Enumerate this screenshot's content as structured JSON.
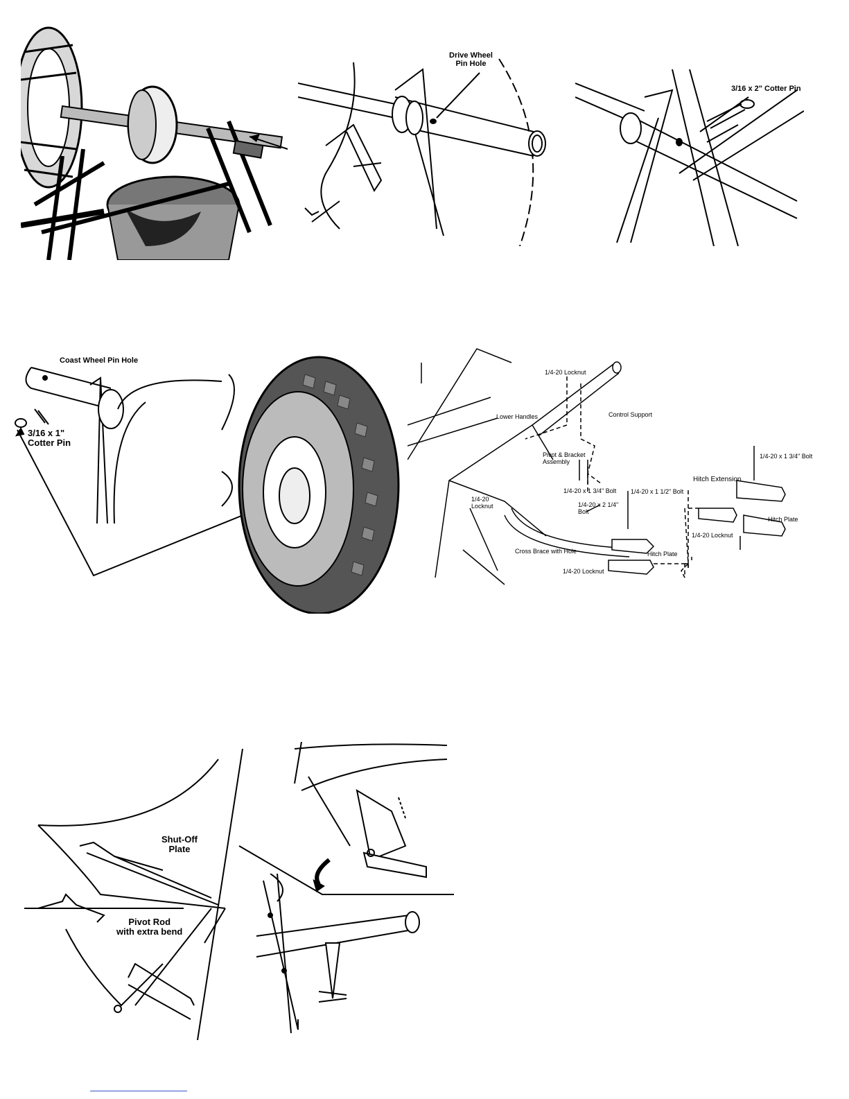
{
  "figures": {
    "drive_wheel": {
      "pin_hole_label": "Drive Wheel\nPin Hole"
    },
    "cotter_2in": {
      "label": "3/16 x 2\" Cotter Pin"
    },
    "coast_wheel": {
      "pin_hole_label": "Coast Wheel Pin Hole",
      "cotter_label": "3/16 x 1\"\nCotter Pin"
    },
    "handle_assembly": {
      "locknut_top": "1/4-20 Locknut",
      "control_support": "Control Support",
      "lower_handles": "Lower Handles",
      "pivot_bracket": "Pivot & Bracket\nAssembly",
      "bolt_1_3_4": "1/4-20 x 1 3/4\" Bolt",
      "bolt_2_1_4": "1/4-20 x 2 1/4\"\nBolt",
      "bolt_1_1_2": "1/4-20 x 1 1/2\" Bolt",
      "locknut_left": "1/4-20\nLocknut",
      "cross_brace": "Cross Brace with Hole",
      "hitch_plate": "Hitch Plate",
      "locknut_bottom": "1/4-20 Locknut",
      "hitch_extension": "Hitch Extension",
      "ext_bolt": "1/4-20 x 1 3/4\" Bolt",
      "ext_hitch_plate": "Hitch Plate",
      "ext_locknut": "1/4-20 Locknut"
    },
    "shutoff": {
      "plate_label": "Shut-Off\nPlate",
      "pivot_rod_label": "Pivot Rod\nwith extra bend"
    }
  }
}
